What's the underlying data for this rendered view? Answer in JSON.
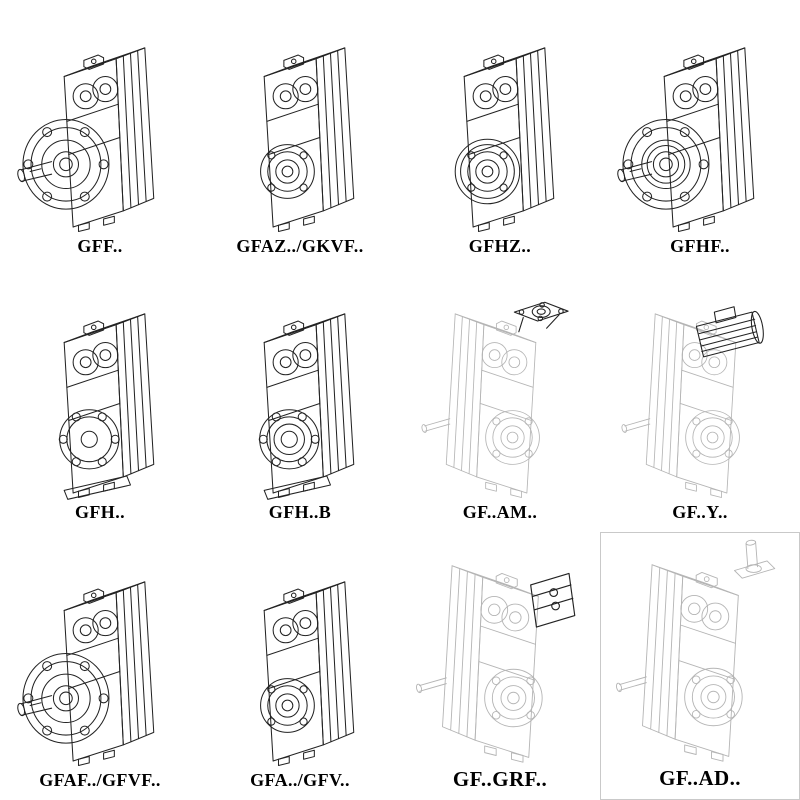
{
  "catalog": {
    "items": [
      {
        "id": "gff",
        "label": "GFF.."
      },
      {
        "id": "gfaz-gkvf",
        "label": "GFAZ../GKVF.."
      },
      {
        "id": "gfhz",
        "label": "GFHZ.."
      },
      {
        "id": "gfhf",
        "label": "GFHF.."
      },
      {
        "id": "gfh",
        "label": "GFH.."
      },
      {
        "id": "gfh-b",
        "label": "GFH..B"
      },
      {
        "id": "gf-am",
        "label": "GF..AM.."
      },
      {
        "id": "gf-y",
        "label": "GF..Y.."
      },
      {
        "id": "gfaf-gfvf",
        "label": "GFAF../GFVF.."
      },
      {
        "id": "gfa-gfv",
        "label": "GFA../GFV.."
      },
      {
        "id": "gf-grf",
        "label": "GF..GRF.."
      },
      {
        "id": "gf-ad",
        "label": "GF..AD.."
      }
    ],
    "colors": {
      "line": "#232323",
      "ghost": "#b5b5b5",
      "label": "#000000"
    }
  }
}
